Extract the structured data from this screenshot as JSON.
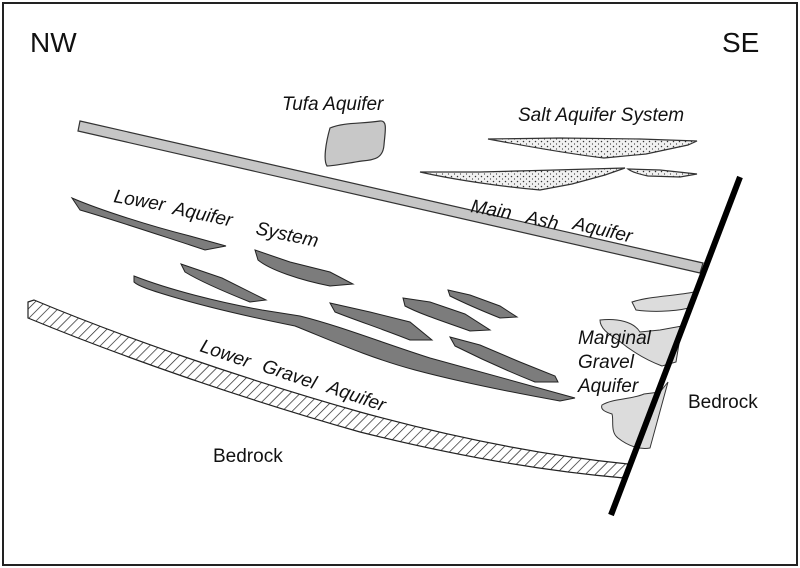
{
  "directions": {
    "left": "NW",
    "right": "SE"
  },
  "labels": {
    "tufa": "Tufa Aquifer",
    "salt": "Salt Aquifer System",
    "main_ash": [
      "Main",
      "Ash",
      "Aquifer"
    ],
    "lower_system": [
      "Lower",
      "Aquifer",
      "System"
    ],
    "lower_gravel": [
      "Lower",
      "Gravel",
      "Aquifer"
    ],
    "marginal": [
      "Marginal",
      "Gravel",
      "Aquifer"
    ],
    "bedrock_left": "Bedrock",
    "bedrock_right": "Bedrock"
  },
  "colors": {
    "frame": "#222222",
    "light_gray": "#c6c6c6",
    "dark_gray": "#7c7c7c",
    "stipple_fill": "#f1f1f1",
    "marginal_fill": "#dcdcdc",
    "fault": "#000000"
  }
}
